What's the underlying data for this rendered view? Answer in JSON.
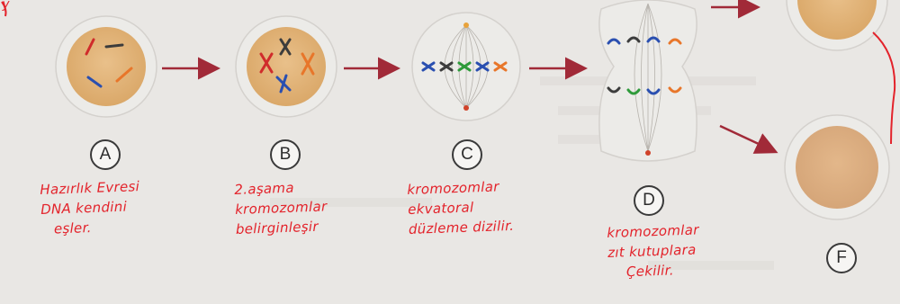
{
  "colors": {
    "background": "#e9e7e4",
    "cell_fill": "#e5b97c",
    "cell_ring": "#ecebe8",
    "arrow": "#a12a38",
    "handwriting": "#e3232b",
    "label_ring": "#3a3a3a"
  },
  "stages": [
    {
      "letter": "A",
      "note_lines": [
        "Hazırlık Evresi",
        "DNA kendini",
        "eşler."
      ]
    },
    {
      "letter": "B",
      "note_lines": [
        "2.aşama",
        "kromozomlar",
        "belirginleşir"
      ]
    },
    {
      "letter": "C",
      "note_lines": [
        "kromozomlar",
        "ekvatoral",
        "düzleme dizilir."
      ]
    },
    {
      "letter": "D",
      "note_lines": [
        "kromozomlar",
        "zıt kutuplara",
        "Çekilir."
      ]
    },
    {
      "letter": "F",
      "note_lines": []
    }
  ],
  "header_note": "y",
  "background_text_lines": [
    "...",
    "...",
    "...",
    "..."
  ]
}
